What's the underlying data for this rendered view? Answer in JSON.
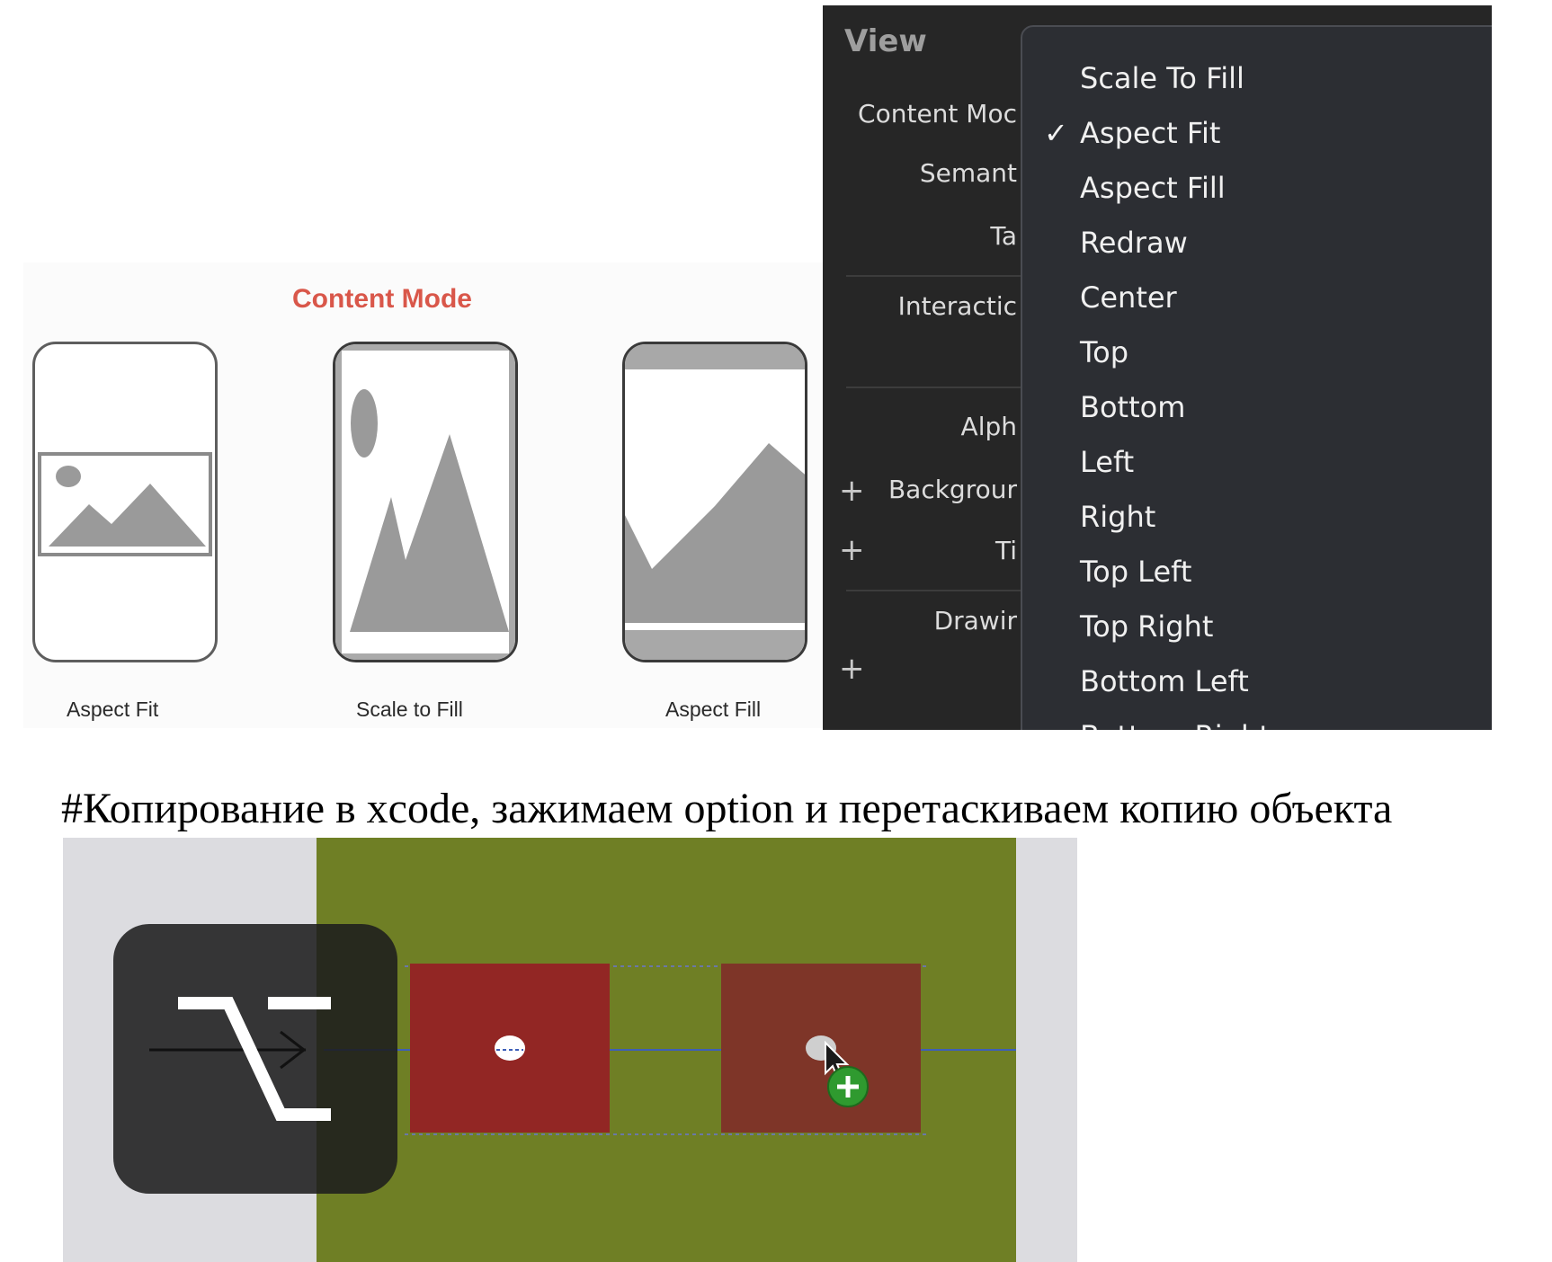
{
  "content_mode_panel": {
    "title": "Content Mode",
    "captions": [
      "Aspect Fit",
      "Scale to Fill",
      "Aspect Fill"
    ]
  },
  "inspector": {
    "section_title": "View",
    "labels": [
      "Content Moc",
      "Semant",
      "Ta",
      "Interactic",
      "Alph",
      "Backgrour",
      "Ti",
      "Drawir"
    ],
    "plus_glyph": "+",
    "menu": {
      "check_glyph": "✓",
      "selected": "Aspect Fit",
      "items": [
        "Scale To Fill",
        "Aspect Fit",
        "Aspect Fill",
        "Redraw",
        "Center",
        "Top",
        "Bottom",
        "Left",
        "Right",
        "Top Left",
        "Top Right",
        "Bottom Left",
        "Bottom Right"
      ]
    }
  },
  "heading": "#Копирование в xcode, зажимаем option и перетаскиваем копию объекта",
  "drag_demo": {
    "option_key_icon": "option-key-icon",
    "cursor_icon": "arrow-cursor-icon",
    "copy_badge_icon": "green-plus-icon",
    "colors": {
      "canvas": "#6f7f25",
      "box": "#922624",
      "box_copy": "#7e3528",
      "guide": "#3d5fb8"
    }
  }
}
